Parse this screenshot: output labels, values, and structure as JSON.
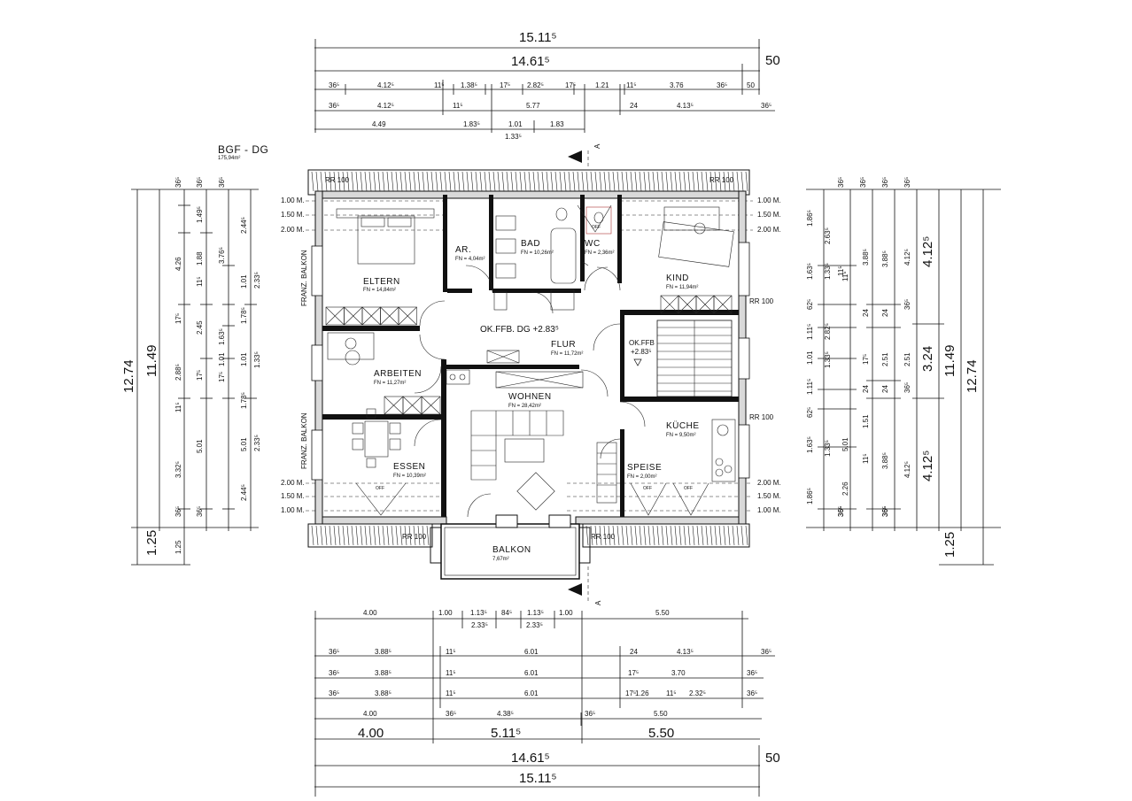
{
  "title": "BGF - DG",
  "subtitle": "175,94m²",
  "rooms": [
    {
      "name": "ELTERN",
      "area": "FN = 14,84m²"
    },
    {
      "name": "AR.",
      "area": "FN = 4,04m²"
    },
    {
      "name": "BAD",
      "area": "FN = 10,26m²"
    },
    {
      "name": "WC",
      "area": "FN = 2,36m²"
    },
    {
      "name": "KIND",
      "area": "FN = 11,94m²"
    },
    {
      "name": "FLUR",
      "area": "FN = 11,72m²"
    },
    {
      "name": "ARBEITEN",
      "area": "FN = 11,27m²"
    },
    {
      "name": "WOHNEN",
      "area": "FN = 28,42m²"
    },
    {
      "name": "KÜCHE",
      "area": "FN = 9,50m²"
    },
    {
      "name": "ESSEN",
      "area": "FN = 10,39m²"
    },
    {
      "name": "SPEISE",
      "area": "FN = 2,00m²"
    },
    {
      "name": "BALKON",
      "area": "7,67m²"
    }
  ],
  "levels": {
    "main": "OK.FFB. DG +2.83⁵",
    "stair_label": "OK.FFB",
    "stair_value": "+2.83⁵"
  },
  "labels": {
    "franz_balkon": "FRANZ. BALKON",
    "rr": "RR 100",
    "off": "OFF",
    "section": "A",
    "h100": "1.00 M.",
    "h150": "1.50 M.",
    "h200": "2.00 M."
  },
  "dims": {
    "top_total": "15.11⁵",
    "top_total2": "14.61⁵",
    "top_side": "50",
    "top_row1": [
      "36⁵",
      "4.12⁵",
      "11⁵",
      "1.38⁵",
      "17⁵",
      "2.82⁵",
      "17⁵",
      "1.21",
      "11⁵",
      "3.76",
      "36⁵",
      "50"
    ],
    "top_row2": [
      "36⁵",
      "4.12⁵",
      "11⁵",
      "5.77",
      "24",
      "4.13⁵",
      "36⁵"
    ],
    "top_row3": [
      "4.49",
      "1.83⁵",
      "1.01",
      "1.83"
    ],
    "top_row3b": "1.33⁵",
    "bot_row0": [
      "4.00",
      "1.00",
      "1.13⁵",
      "84⁵",
      "1.13⁵",
      "1.00",
      "5.50"
    ],
    "bot_row0b": [
      "2.33⁵",
      "2.33⁵"
    ],
    "bot_row1": [
      "36⁵",
      "3.88⁵",
      "11⁵",
      "6.01",
      "24",
      "4.13⁵",
      "36⁵"
    ],
    "bot_row2": [
      "36⁵",
      "3.88⁵",
      "11⁵",
      "6.01",
      "17⁵",
      "3.70",
      "36⁵"
    ],
    "bot_row3": [
      "36⁵",
      "3.88⁵",
      "11⁵",
      "6.01",
      "17⁵",
      "1.26",
      "11⁵",
      "2.32⁵",
      "36⁵"
    ],
    "bot_row4": [
      "4.00",
      "36⁵",
      "4.38⁵",
      "36⁵",
      "5.50"
    ],
    "bot_row5": [
      "4.00",
      "5.11⁵",
      "5.50"
    ],
    "bot_total2": "14.61⁵",
    "bot_total": "15.11⁵",
    "bot_side": "50",
    "left_big": [
      "12.74",
      "11.49",
      "1.25"
    ],
    "left_c1": [
      "36⁵",
      "1.49⁵",
      "4.26",
      "1.88",
      "11⁵",
      "17⁵",
      "2.45",
      "2.88⁵",
      "17⁵",
      "11⁵",
      "3.32⁵",
      "36⁵",
      "1.25"
    ],
    "left_c2": [
      "36⁵",
      "3.76⁵",
      "1.63⁵",
      "1.01",
      "17⁵",
      "5.01",
      "36⁵"
    ],
    "left_c3": [
      "36⁵",
      "2.44⁵",
      "1.01",
      "1.78⁵",
      "1.01",
      "1.78⁵",
      "5.01",
      "2.44⁵"
    ],
    "left_c4": [
      "2.33⁵",
      "1.33⁵",
      "2.33⁵"
    ],
    "right_big": [
      "12.74",
      "11.49",
      "1.25",
      "3.24",
      "4.12⁵",
      "4.12⁵"
    ],
    "right_c1": [
      "36⁵",
      "1.86⁵",
      "1.63⁵",
      "62⁵",
      "1.11⁵",
      "1.01",
      "1.11⁵",
      "62⁵",
      "1.63⁵",
      "1.86⁵",
      "36⁵"
    ],
    "right_c2": [
      "36⁵",
      "2.63⁵",
      "1.33⁵",
      "2.82⁵",
      "1.33⁵",
      "11⁵",
      "1.33⁵",
      "5.01",
      "2.26",
      "36⁵"
    ],
    "right_c3": [
      "36⁵",
      "3.88⁵",
      "11⁵",
      "24",
      "17⁵",
      "24",
      "1.51",
      "3.88⁵",
      "11⁵",
      "36⁵"
    ],
    "right_c4": [
      "36⁵",
      "3.88⁵",
      "24",
      "2.51",
      "24",
      "36⁵"
    ],
    "right_c5": [
      "4.12⁵",
      "36⁵",
      "2.51",
      "36⁵",
      "4.12⁵"
    ]
  }
}
